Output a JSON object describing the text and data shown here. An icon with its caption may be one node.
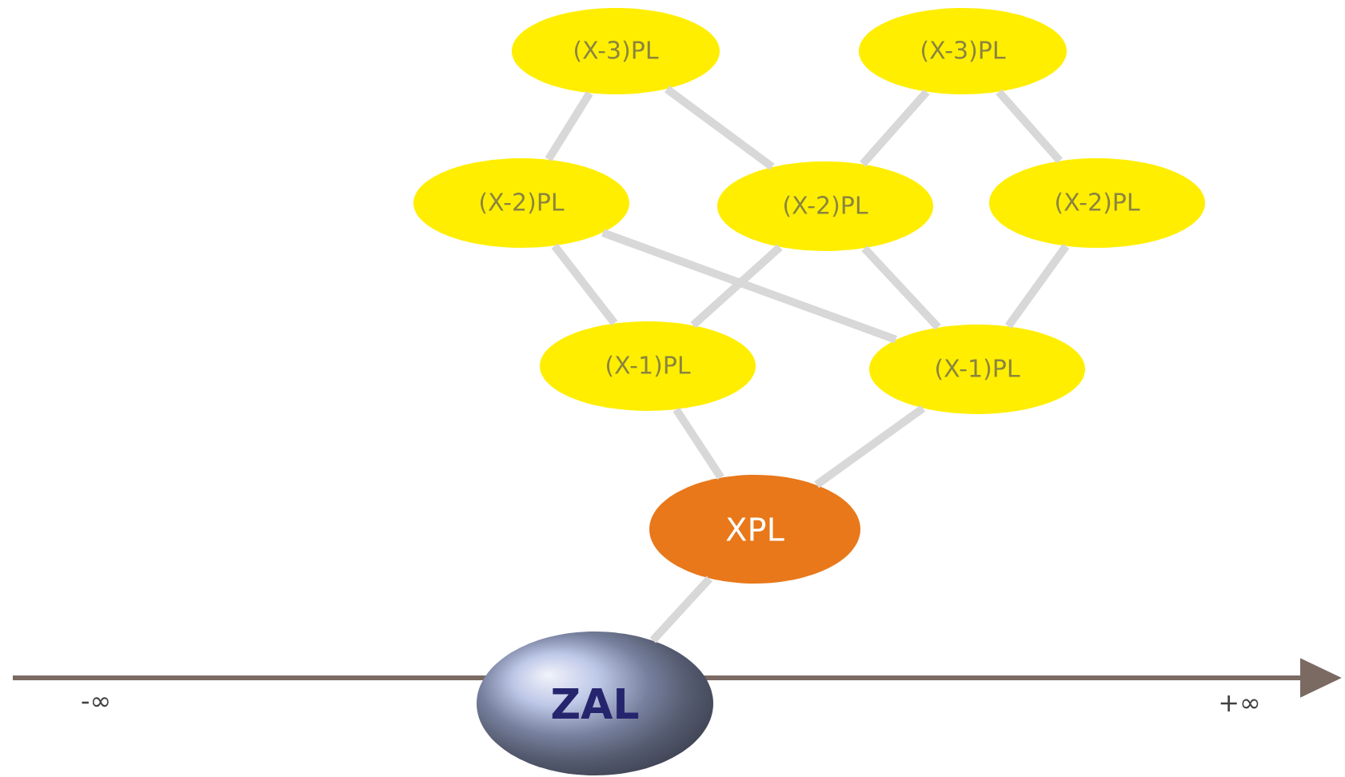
{
  "diagram": {
    "nodes": [
      {
        "text": [
          "(X-3)PL"
        ]
      },
      {
        "text": [
          "(X-3)PL"
        ]
      },
      {
        "text": [
          "(X-2)PL"
        ]
      },
      {
        "text": [
          "(X-2)PL"
        ]
      },
      {
        "text": [
          "(X-2)PL"
        ]
      },
      {
        "text": [
          "(X-1)PL"
        ]
      },
      {
        "text": [
          "(X-1)PL"
        ]
      },
      {
        "text": [
          "XPL"
        ]
      },
      {
        "text": [
          "ZAL"
        ]
      }
    ],
    "edges": [
      {
        "from": 0,
        "to": 2,
        "arrow": "none"
      },
      {
        "from": 0,
        "to": 3,
        "arrow": "none"
      },
      {
        "from": 1,
        "to": 3,
        "arrow": "none"
      },
      {
        "from": 1,
        "to": 4,
        "arrow": "none"
      },
      {
        "from": 2,
        "to": 5,
        "arrow": "none"
      },
      {
        "from": 2,
        "to": 6,
        "arrow": "none"
      },
      {
        "from": 3,
        "to": 5,
        "arrow": "none"
      },
      {
        "from": 3,
        "to": 6,
        "arrow": "none"
      },
      {
        "from": 4,
        "to": 6,
        "arrow": "none"
      },
      {
        "from": 5,
        "to": 7,
        "arrow": "none"
      },
      {
        "from": 6,
        "to": 7,
        "arrow": "none"
      },
      {
        "from": 7,
        "to": 8,
        "arrow": "none"
      }
    ],
    "labels": [
      "-∞",
      "+∞"
    ]
  }
}
